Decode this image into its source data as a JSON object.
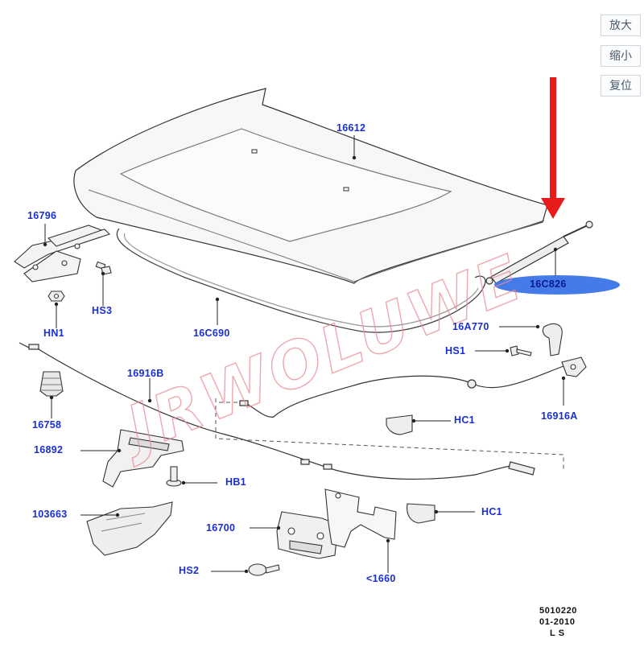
{
  "controls": {
    "zoom_in": "放大",
    "zoom_out": "缩小",
    "reset": "复位"
  },
  "callouts": {
    "hood": "16612",
    "hinge": "16796",
    "hood_seal": "16C690",
    "gas_strut": "16C826",
    "hinge_bolt": "HS3",
    "hinge_nut": "HN1",
    "release_handle": "16A770",
    "handle_screw": "HS1",
    "release_cable_front": "16916B",
    "release_cable_rear": "16916A",
    "bump_stop": "16758",
    "cable_clip_upper": "HC1",
    "cable_clip_lower": "HC1",
    "latch_bracket": "16892",
    "bracket_bolt": "HB1",
    "latch_support": "103663",
    "latch": "16700",
    "latch_screw": "HS2",
    "latch_plate": "<1660"
  },
  "footer": {
    "line1": "5010220",
    "line2": "01-2010",
    "line3": "L S"
  },
  "colors": {
    "callout": "#1a2ed2",
    "highlight": "#3a74e8",
    "arrow": "#e81a1a",
    "watermark": "#e98a92"
  }
}
